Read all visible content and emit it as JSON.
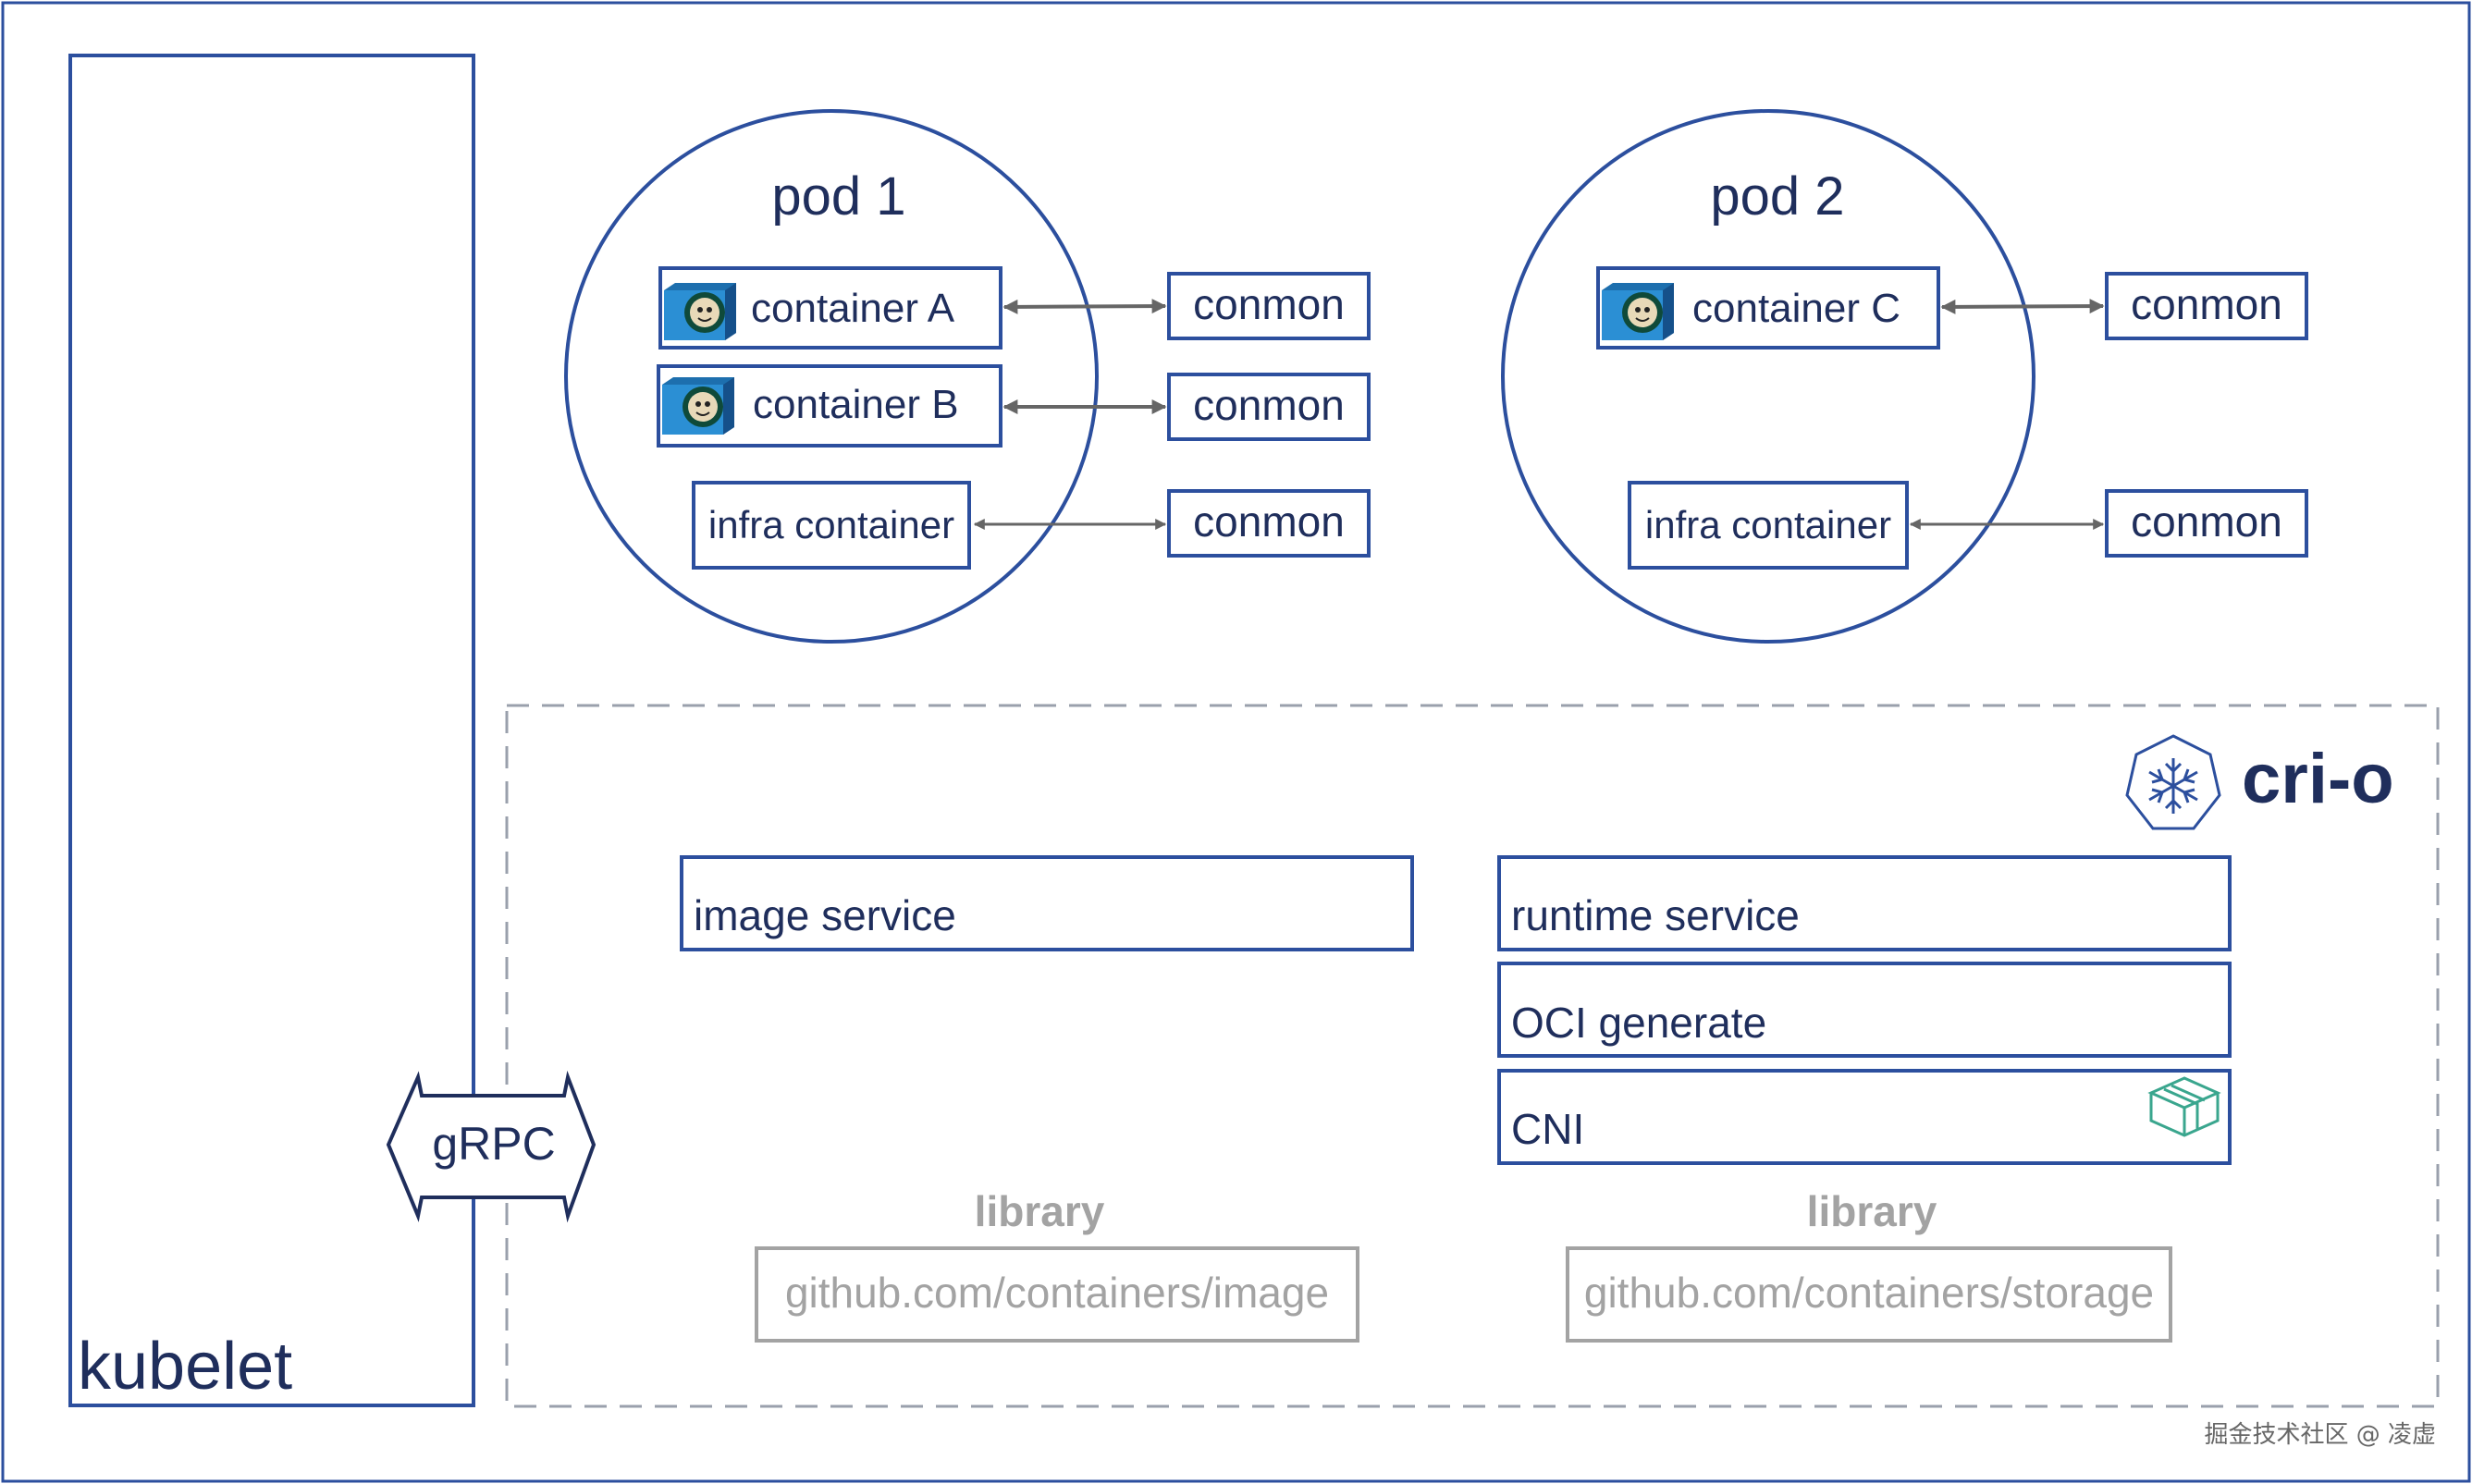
{
  "kubelet": {
    "label": "kubelet"
  },
  "grpc": {
    "label": "gRPC"
  },
  "pods": [
    {
      "title": "pod 1",
      "containers": [
        "container A",
        "container B"
      ],
      "infra": "infra container",
      "conmon": [
        "conmon",
        "conmon",
        "conmon"
      ]
    },
    {
      "title": "pod 2",
      "containers": [
        "container C"
      ],
      "infra": "infra container",
      "conmon": [
        "conmon",
        "conmon"
      ]
    }
  ],
  "crio": {
    "logo_text": "cri-o",
    "image_service": "image service",
    "runtime_service": "runtime service",
    "oci_generate": "OCI generate",
    "cni": "CNI",
    "libraries": [
      {
        "title": "library",
        "repo": "github.com/containers/image"
      },
      {
        "title": "library",
        "repo": "github.com/containers/storage"
      }
    ]
  },
  "watermark": "掘金技术社区 @ 凌虚",
  "colors": {
    "navy": "#2c4f9e",
    "text": "#1f2e5c",
    "gray": "#a3a3a3",
    "arrow": "#666666"
  }
}
